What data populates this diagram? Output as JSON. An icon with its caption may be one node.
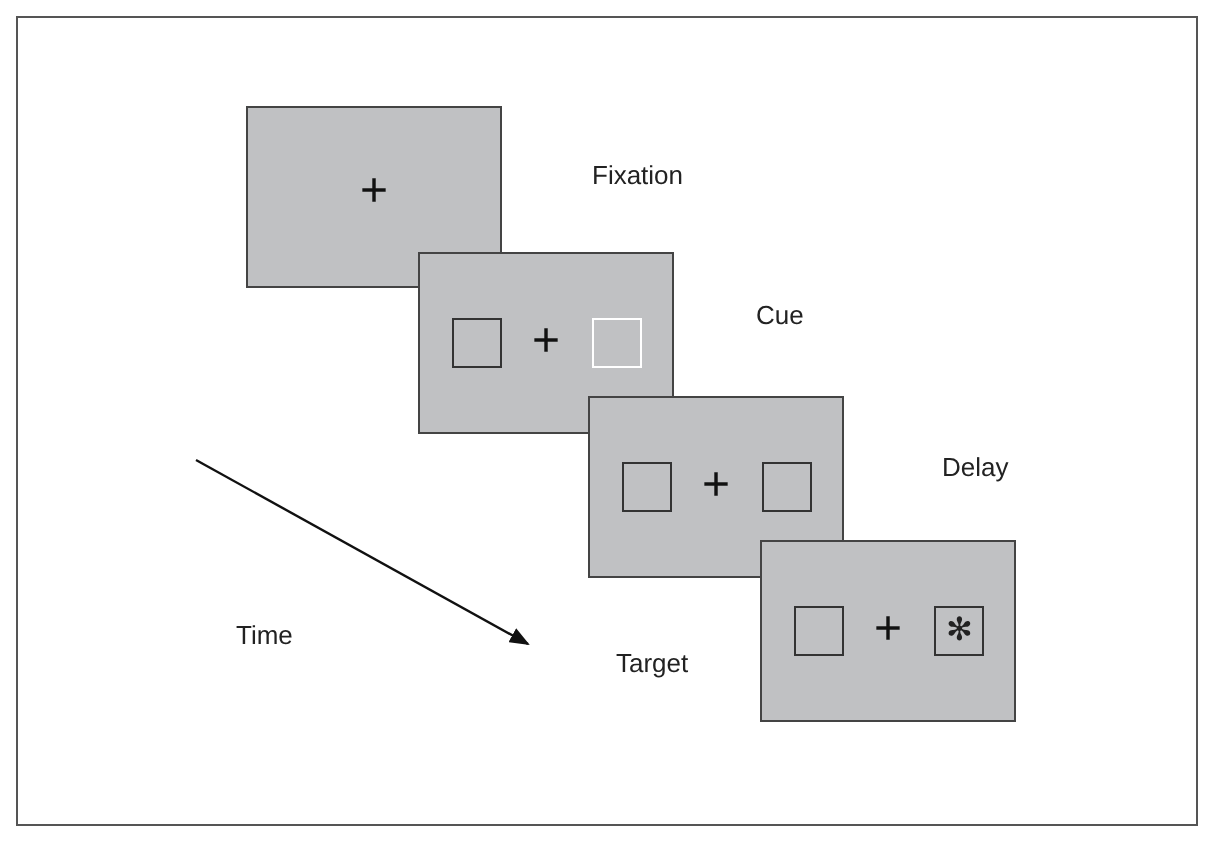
{
  "diagram": {
    "nodes": [
      {
        "text": [
          "+"
        ],
        "beside": [
          "Fixation"
        ]
      },
      {
        "text": [
          "+"
        ],
        "beside": [
          "Cue"
        ]
      },
      {
        "text": [],
        "shape": "box",
        "in": 1
      },
      {
        "text": [],
        "shape": "box",
        "in": 1
      },
      {
        "text": [
          "+"
        ],
        "beside": [
          "Delay"
        ]
      },
      {
        "text": [],
        "shape": "box",
        "in": 4
      },
      {
        "text": [],
        "shape": "box",
        "in": 4
      },
      {
        "text": [
          "+"
        ],
        "beside": [
          "Target"
        ]
      },
      {
        "text": [],
        "shape": "box",
        "in": 7
      },
      {
        "text": [
          "✻"
        ],
        "in": 7
      }
    ],
    "edges": [],
    "labels": [
      "Time"
    ]
  }
}
